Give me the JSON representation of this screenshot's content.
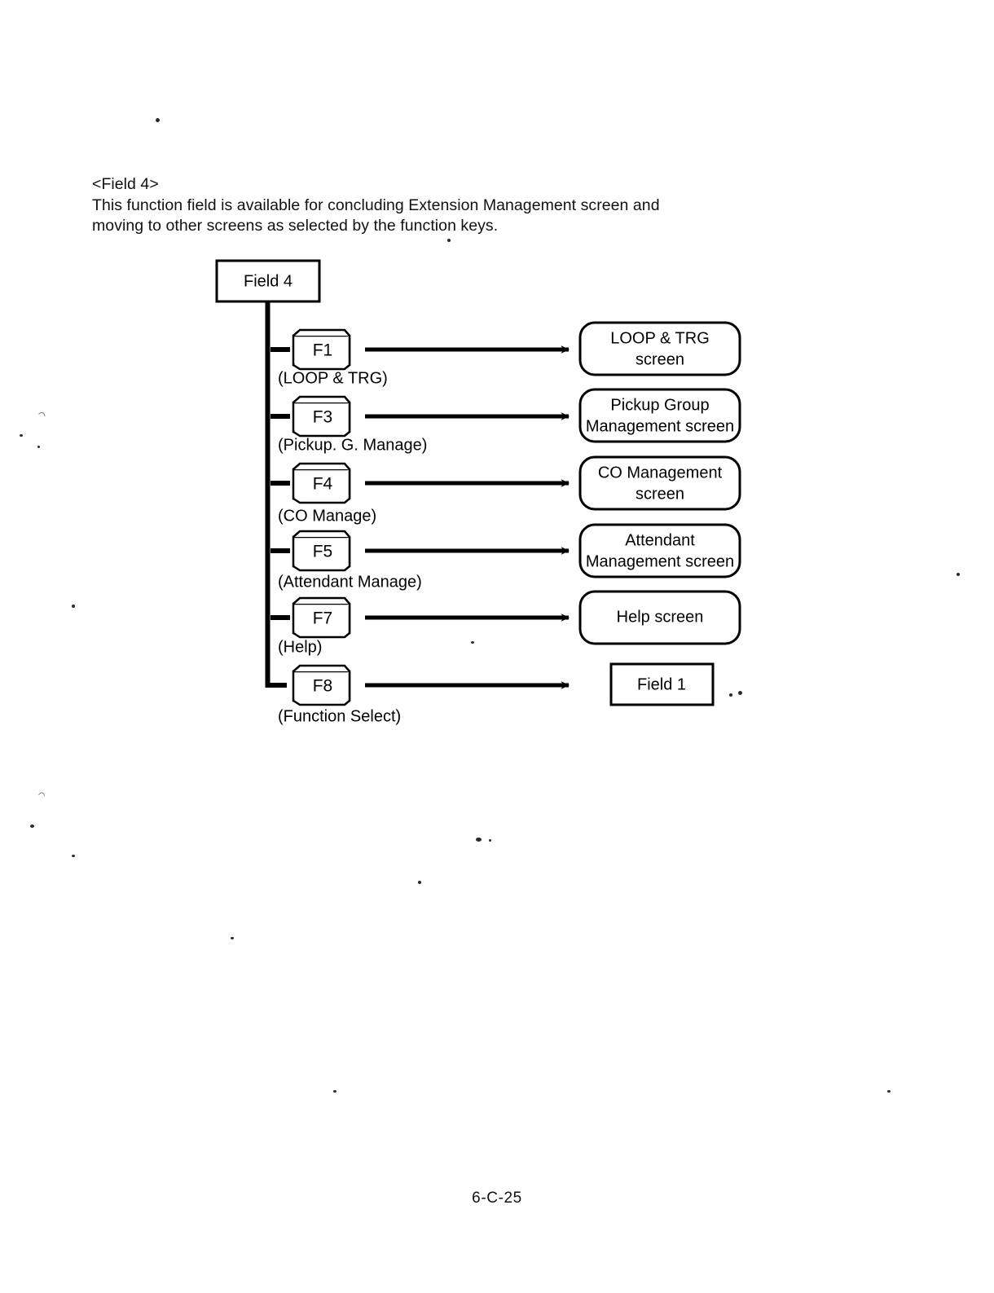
{
  "page": {
    "footer": "6-C-25",
    "heading": "<Field 4>",
    "paragraph_lines": [
      "This function field is available for concluding Extension Management screen and",
      "moving to other screens as selected by the function keys."
    ]
  },
  "diagram": {
    "root_box": {
      "label": "Field 4"
    },
    "rows": [
      {
        "key": "F1",
        "caption": "(LOOP & TRG)",
        "target_lines": [
          "LOOP & TRG",
          "screen"
        ],
        "target_shape": "rounded"
      },
      {
        "key": "F3",
        "caption": "(Pickup. G. Manage)",
        "target_lines": [
          "Pickup Group",
          "Management screen"
        ],
        "target_shape": "rounded"
      },
      {
        "key": "F4",
        "caption": "(CO Manage)",
        "target_lines": [
          "CO Management",
          "screen"
        ],
        "target_shape": "rounded"
      },
      {
        "key": "F5",
        "caption": "(Attendant Manage)",
        "target_lines": [
          "Attendant",
          "Management screen"
        ],
        "target_shape": "rounded"
      },
      {
        "key": "F7",
        "caption": "(Help)",
        "target_lines": [
          "Help screen"
        ],
        "target_shape": "rounded"
      },
      {
        "key": "F8",
        "caption": "(Function Select)",
        "target_lines": [
          "Field 1"
        ],
        "target_shape": "rect"
      }
    ]
  },
  "colors": {
    "ink": "#000000",
    "paper": "#ffffff"
  }
}
